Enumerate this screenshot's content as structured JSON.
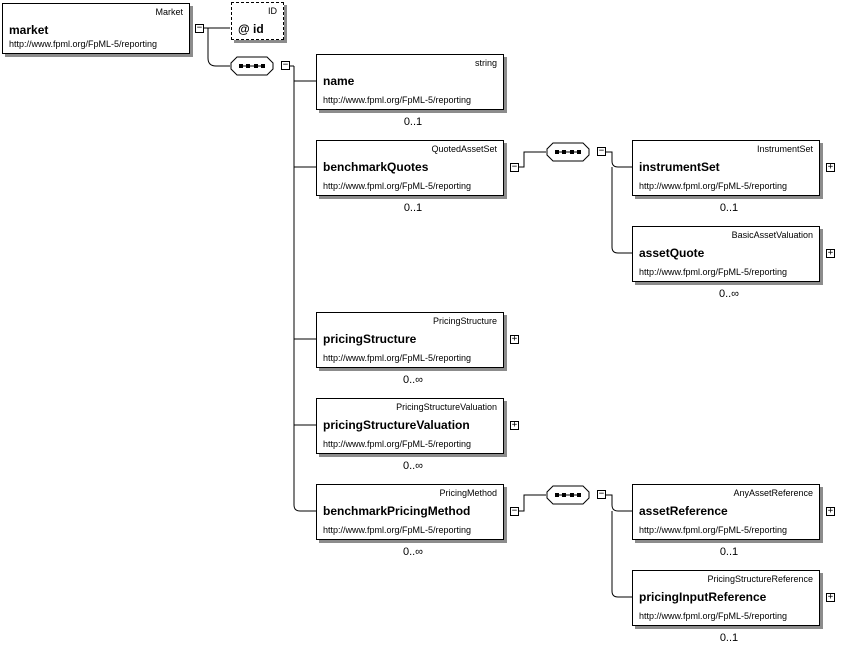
{
  "root": {
    "type": "Market",
    "name": "market",
    "ns": "http://www.fpml.org/FpML-5/reporting"
  },
  "attribute": {
    "type": "ID",
    "name": "@ id"
  },
  "children": [
    {
      "type": "string",
      "name": "name",
      "ns": "http://www.fpml.org/FpML-5/reporting",
      "card": "0..1"
    },
    {
      "type": "QuotedAssetSet",
      "name": "benchmarkQuotes",
      "ns": "http://www.fpml.org/FpML-5/reporting",
      "card": "0..1"
    },
    {
      "type": "PricingStructure",
      "name": "pricingStructure",
      "ns": "http://www.fpml.org/FpML-5/reporting",
      "card": "0..∞"
    },
    {
      "type": "PricingStructureValuation",
      "name": "pricingStructureValuation",
      "ns": "http://www.fpml.org/FpML-5/reporting",
      "card": "0..∞"
    },
    {
      "type": "PricingMethod",
      "name": "benchmarkPricingMethod",
      "ns": "http://www.fpml.org/FpML-5/reporting",
      "card": "0..∞"
    }
  ],
  "quotes_children": [
    {
      "type": "InstrumentSet",
      "name": "instrumentSet",
      "ns": "http://www.fpml.org/FpML-5/reporting",
      "card": "0..1"
    },
    {
      "type": "BasicAssetValuation",
      "name": "assetQuote",
      "ns": "http://www.fpml.org/FpML-5/reporting",
      "card": "0..∞"
    }
  ],
  "method_children": [
    {
      "type": "AnyAssetReference",
      "name": "assetReference",
      "ns": "http://www.fpml.org/FpML-5/reporting",
      "card": "0..1"
    },
    {
      "type": "PricingStructureReference",
      "name": "pricingInputReference",
      "ns": "http://www.fpml.org/FpML-5/reporting",
      "card": "0..1"
    }
  ],
  "toggle": {
    "expanded": "−",
    "collapsed": "+"
  }
}
